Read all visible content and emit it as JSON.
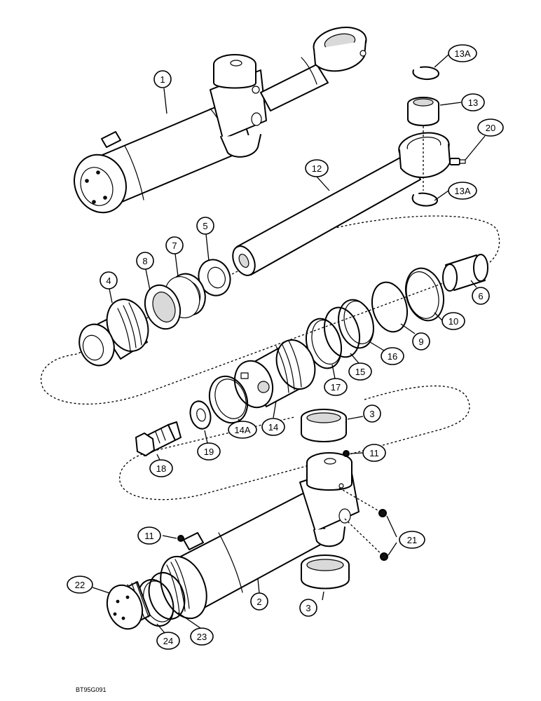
{
  "diagram_code": "BT95G091",
  "callouts": [
    {
      "id": "c1",
      "label": "1"
    },
    {
      "id": "c2",
      "label": "2"
    },
    {
      "id": "c3a",
      "label": "3"
    },
    {
      "id": "c3b",
      "label": "3"
    },
    {
      "id": "c4",
      "label": "4"
    },
    {
      "id": "c5",
      "label": "5"
    },
    {
      "id": "c6",
      "label": "6"
    },
    {
      "id": "c7",
      "label": "7"
    },
    {
      "id": "c8",
      "label": "8"
    },
    {
      "id": "c9",
      "label": "9"
    },
    {
      "id": "c10",
      "label": "10"
    },
    {
      "id": "c11a",
      "label": "11"
    },
    {
      "id": "c11b",
      "label": "11"
    },
    {
      "id": "c12",
      "label": "12"
    },
    {
      "id": "c13",
      "label": "13"
    },
    {
      "id": "c13a1",
      "label": "13A"
    },
    {
      "id": "c13a2",
      "label": "13A"
    },
    {
      "id": "c14",
      "label": "14"
    },
    {
      "id": "c14a",
      "label": "14A"
    },
    {
      "id": "c15",
      "label": "15"
    },
    {
      "id": "c16",
      "label": "16"
    },
    {
      "id": "c17",
      "label": "17"
    },
    {
      "id": "c18",
      "label": "18"
    },
    {
      "id": "c19",
      "label": "19"
    },
    {
      "id": "c20",
      "label": "20"
    },
    {
      "id": "c21",
      "label": "21"
    },
    {
      "id": "c22",
      "label": "22"
    },
    {
      "id": "c23",
      "label": "23"
    },
    {
      "id": "c24",
      "label": "24"
    }
  ]
}
